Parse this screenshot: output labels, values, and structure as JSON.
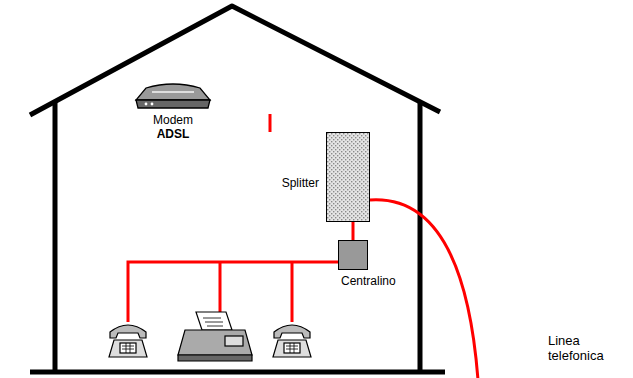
{
  "diagram": {
    "nodes": [
      {
        "text": [
          "Modem",
          "ADSL"
        ]
      },
      {
        "text": [
          "Splitter"
        ]
      },
      {
        "text": [
          "Centralino"
        ]
      }
    ],
    "edges": [
      {
        "from": 0,
        "to": 1,
        "arrow": "none"
      },
      {
        "from": 1,
        "to": 2,
        "arrow": "none"
      }
    ],
    "labels": [
      "Linea telefonica"
    ]
  }
}
